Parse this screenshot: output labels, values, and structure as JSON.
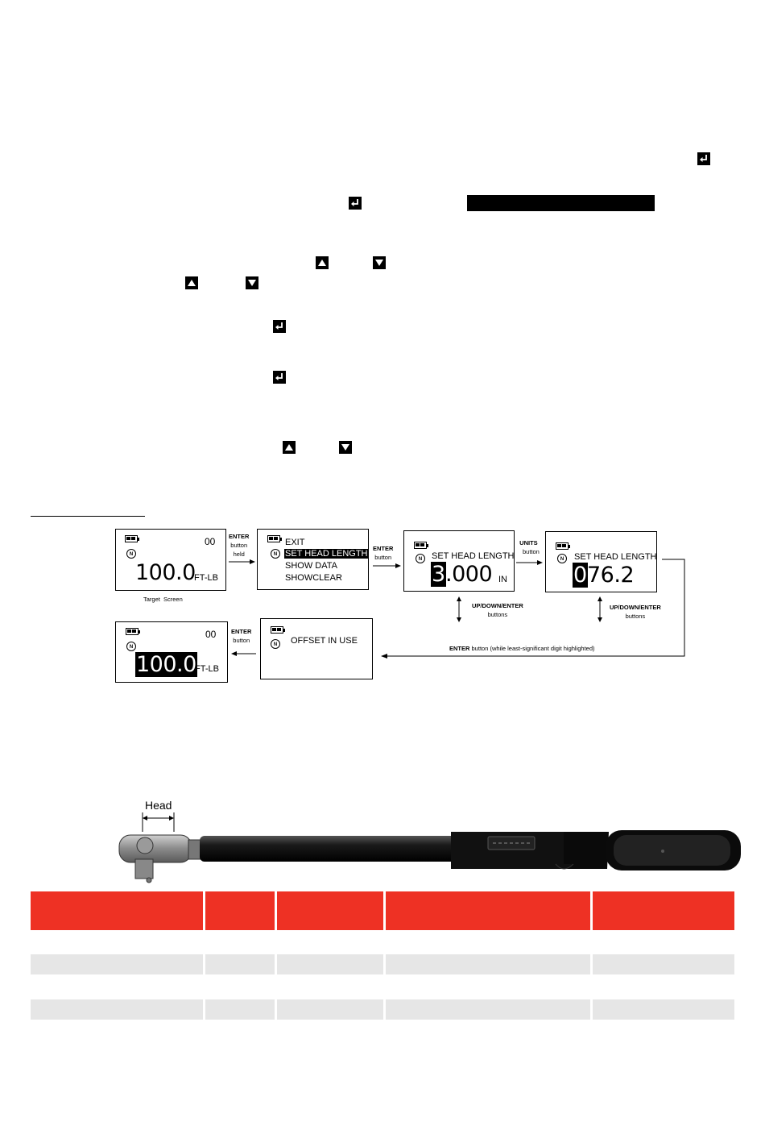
{
  "flow": {
    "screen1": {
      "count": "00",
      "value": "100.0",
      "unit": "FT-LB",
      "caption": "Target  Screen"
    },
    "arrow1": {
      "line1": "ENTER",
      "line2": "button",
      "line3": "held"
    },
    "screen2": {
      "items": [
        "EXIT",
        "SET HEAD LENGTH",
        "SHOW DATA",
        "SHOWCLEAR"
      ]
    },
    "arrow2": {
      "line1": "ENTER",
      "line2": "button"
    },
    "screen3": {
      "title": "SET HEAD LENGTH",
      "digit": "3",
      "rest": ".000",
      "unit": "IN"
    },
    "arrow3": {
      "line1": "UNITS",
      "line2": "button"
    },
    "screen4": {
      "title": "SET HEAD LENGTH",
      "digit": "0",
      "rest": "76.2"
    },
    "updown1": {
      "line1": "UP/DOWN/ENTER",
      "line2": "buttons"
    },
    "updown2": {
      "line1": "UP/DOWN/ENTER",
      "line2": "buttons"
    },
    "return_note": {
      "bold": "ENTER",
      "text": "button (while least-significant digit highlighted)"
    },
    "screen5": {
      "message": "OFFSET IN USE"
    },
    "arrow5": {
      "line1": "ENTER",
      "line2": "button"
    },
    "screen6": {
      "count": "00",
      "value": "100.0",
      "unit": "FT-LB"
    },
    "mode_glyph": "N"
  },
  "wrench": {
    "head_label": "Head"
  },
  "colors": {
    "table_header": "#ee3124",
    "table_stripe": "#e6e6e6"
  },
  "icons": [
    "enter-icon",
    "up-arrow-icon",
    "down-arrow-icon",
    "battery-icon"
  ]
}
